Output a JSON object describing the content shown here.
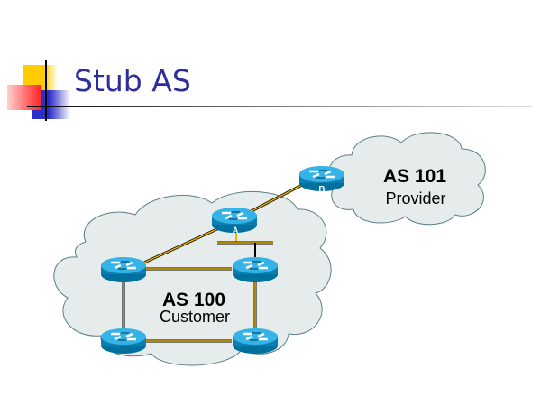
{
  "slide": {
    "title": "Stub AS"
  },
  "diagram": {
    "clouds": [
      {
        "id": "as101",
        "as_label": "AS 101",
        "role_label": "Provider"
      },
      {
        "id": "as100",
        "as_label": "AS 100",
        "role_label": "Customer"
      }
    ],
    "routers": [
      {
        "id": "B",
        "label": "B"
      },
      {
        "id": "A",
        "label": "A"
      },
      {
        "id": "r-left",
        "label": ""
      },
      {
        "id": "r-mid-right",
        "label": ""
      },
      {
        "id": "r-bottom-left",
        "label": ""
      },
      {
        "id": "r-bottom-right",
        "label": ""
      }
    ],
    "links": [
      [
        "B",
        "A"
      ],
      [
        "A",
        "r-left"
      ],
      [
        "A",
        "lan"
      ],
      [
        "lan",
        "r-mid-right"
      ],
      [
        "r-left",
        "r-mid-right"
      ],
      [
        "r-left",
        "r-bottom-left"
      ],
      [
        "r-mid-right",
        "r-bottom-right"
      ],
      [
        "r-bottom-left",
        "r-bottom-right"
      ]
    ],
    "colors": {
      "link": "#f0b400",
      "cloud_fill": "#e6ecec",
      "cloud_stroke": "#5a7f86",
      "router_top": "#2aa3d6",
      "router_side": "#0077aa",
      "title": "#2e2e9a"
    }
  }
}
